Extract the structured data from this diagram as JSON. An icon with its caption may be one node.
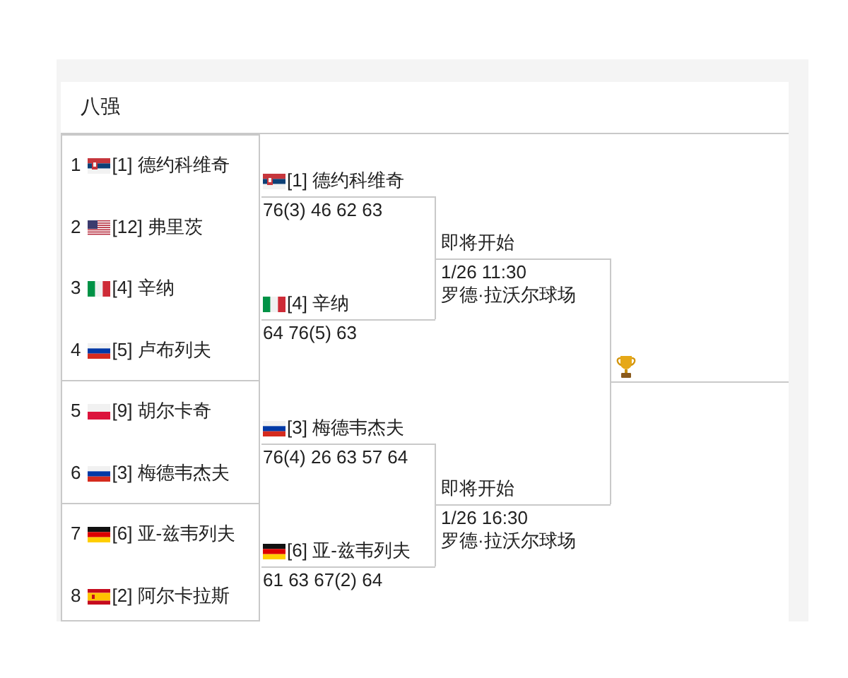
{
  "diagram": {
    "title": "八强",
    "nodes": [
      {
        "text": [
          "1",
          "[1] 德约科维奇",
          "2",
          "[12] 弗里茨"
        ]
      },
      {
        "text": [
          "3",
          "[4] 辛纳",
          "4",
          "[5] 卢布列夫"
        ]
      },
      {
        "text": [
          "5",
          "[9] 胡尔卡奇",
          "6",
          "[3] 梅德韦杰夫"
        ]
      },
      {
        "text": [
          "7",
          "[6] 亚-兹韦列夫",
          "8",
          "[2] 阿尔卡拉斯"
        ]
      },
      {
        "text": [
          "[1] 德约科维奇",
          "76(3) 46 62 63"
        ]
      },
      {
        "text": [
          "[4] 辛纳",
          "64 76(5) 63"
        ]
      },
      {
        "text": [
          "[3] 梅德韦杰夫",
          "76(4) 26 63 57 64"
        ]
      },
      {
        "text": [
          "[6] 亚-兹韦列夫",
          "61 63 67(2) 64"
        ]
      },
      {
        "text": [
          "即将开始",
          "1/26 11:30",
          "罗德·拉沃尔球场"
        ]
      },
      {
        "text": [
          "即将开始",
          "1/26 16:30",
          "罗德·拉沃尔球场"
        ]
      },
      {
        "text": [],
        "shape": "picture"
      }
    ],
    "edges": [
      {
        "from": 4,
        "to": 8,
        "arrow": "none"
      },
      {
        "from": 5,
        "to": 8,
        "arrow": "none"
      },
      {
        "from": 6,
        "to": 9,
        "arrow": "none"
      },
      {
        "from": 7,
        "to": 9,
        "arrow": "none"
      },
      {
        "from": 8,
        "to": 10,
        "arrow": "none"
      },
      {
        "from": 9,
        "to": 10,
        "arrow": "none"
      }
    ]
  }
}
